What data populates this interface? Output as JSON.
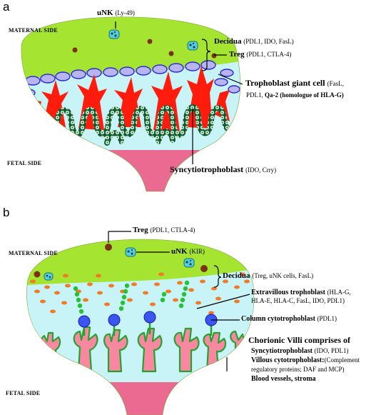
{
  "panel_a": {
    "letter": "a",
    "maternal_side": "MATERNAL SIDE",
    "fetal_side": "FETAL SIDE",
    "unk": {
      "name": "uNK",
      "markers": "(Ly-49)"
    },
    "decidua": {
      "name": "Decidua",
      "markers": "(PDL1, IDO, FasL)"
    },
    "treg": {
      "name": "Treg",
      "markers": "(PDL1, CTLA-4)"
    },
    "trophoblast_giant_cell": {
      "name": "Trophoblast giant cell",
      "markers_1": "(FasL,",
      "markers_2": "PDL1, ",
      "markers_3": "Qa-2 (homologue of HLA-G)"
    },
    "syncytiotrophoblast": {
      "name": "Syncytiotrophoblast",
      "markers": "(IDO, Crry)"
    }
  },
  "panel_b": {
    "letter": "b",
    "maternal_side": "MATERNAL SIDE",
    "fetal_side": "FETAL SIDE",
    "treg": {
      "name": "Treg",
      "markers": "(PDL1, CTLA-4)"
    },
    "unk": {
      "name": "uNK",
      "markers": "(KIR)"
    },
    "decidua": {
      "name": "Decidua",
      "markers": "(Treg, uNK cells, FasL)"
    },
    "extravillous": {
      "name": "Extravillous trophoblast",
      "markers_1": "(HLA-G,",
      "markers_2": "HLA-E, HLA-C, FasL, IDO, PDL1)"
    },
    "column": {
      "name": "Column cytotrophoblast",
      "markers": "(PDL1)"
    },
    "chorionic": {
      "title": "Chorionic Villi comprises of",
      "syncytio_name": "Syncytiotrophoblast",
      "syncytio_markers": "(IDO, PDL1)",
      "villous_name": "Villous cytotrophoblast:",
      "villous_markers_1": "(Complement",
      "villous_markers_2": "regulatory proteins; DAF and MCP)",
      "blood_vessels": "Blood vessels, stroma"
    }
  },
  "colors": {
    "decidua_green": "#a6e432",
    "fetal_pink": "#ea6a92",
    "villus_cyan": "#c8f4f7",
    "syncytio_red": "#ff1c0c",
    "trophoblast_blue": "#2b2bd8",
    "extravillous_orange": "#f07a28",
    "villi_pink": "#f7889f",
    "villi_green": "#27a12f",
    "treg_brown": "#7b3210"
  }
}
